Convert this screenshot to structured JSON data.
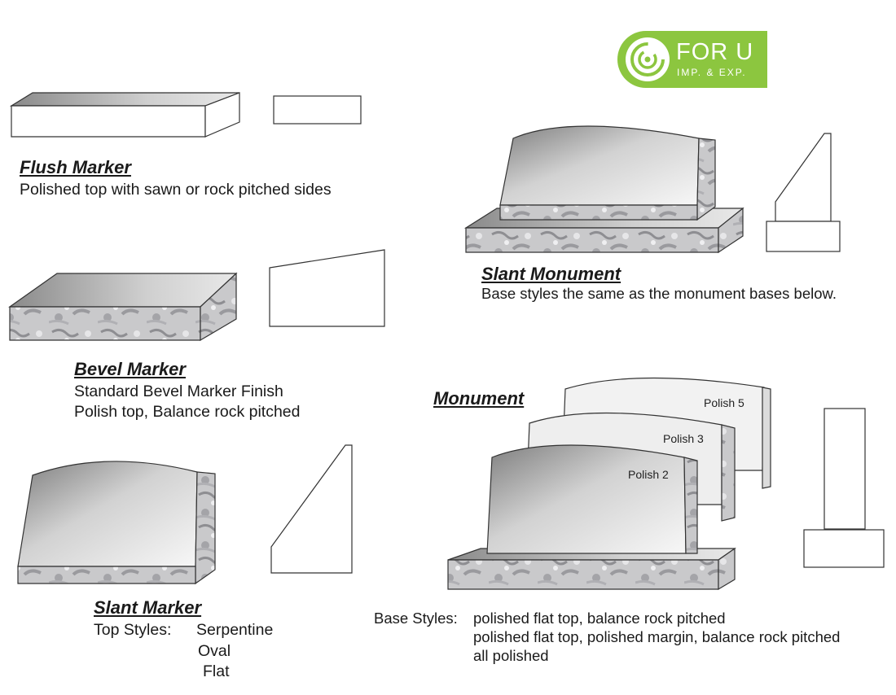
{
  "logo": {
    "name": "FOR U",
    "tagline": "IMP. & EXP.",
    "color": "#8cc63f"
  },
  "flush_marker": {
    "title": "Flush Marker",
    "desc": "Polished top with sawn or rock pitched sides"
  },
  "bevel_marker": {
    "title": "Bevel Marker",
    "desc_1": "Standard Bevel Marker Finish",
    "desc_2": "Polish top, Balance rock pitched"
  },
  "slant_marker": {
    "title": "Slant Marker",
    "top_styles_label": "Top Styles:",
    "style_1": "Serpentine",
    "style_2": "Oval",
    "style_3": "Flat"
  },
  "slant_monument": {
    "title": "Slant Monument",
    "desc": "Base styles the same as the monument bases below."
  },
  "monument": {
    "title": "Monument",
    "polish_5": "Polish 5",
    "polish_3": "Polish 3",
    "polish_2": "Polish 2"
  },
  "base_styles": {
    "label": "Base Styles:",
    "style_1": "polished flat top, balance rock pitched",
    "style_2": "polished flat top, polished margin, balance rock pitched",
    "style_3": "all polished"
  }
}
